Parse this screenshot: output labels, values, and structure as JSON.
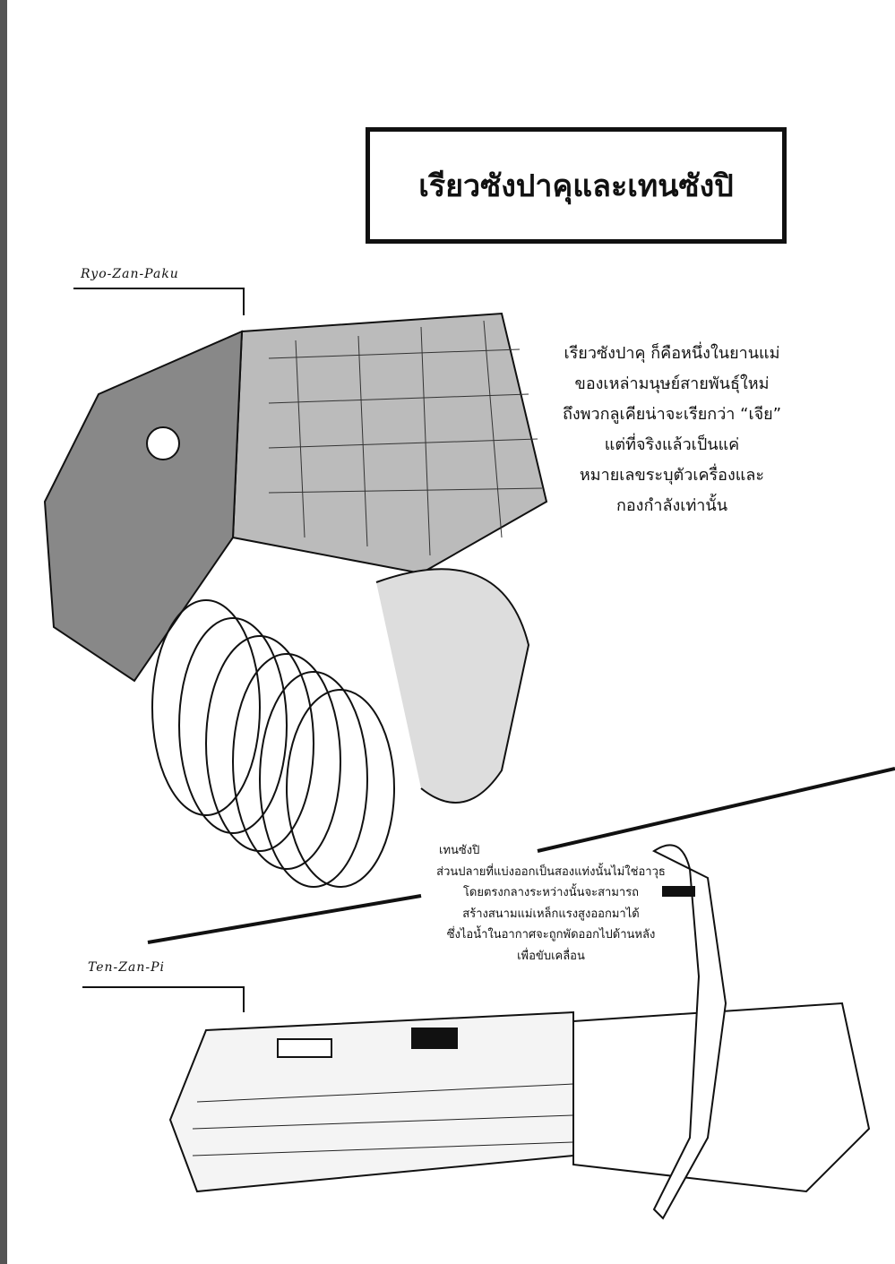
{
  "page": {
    "title": "เรียวซังปาคุและเทนซังปิ",
    "labels": {
      "ryozanpaku": "Ryo-Zan-Paku",
      "tenzanpi": "Ten-Zan-Pi"
    },
    "caption_ryozanpaku": [
      "เรียวซังปาคุ ก็คือหนึ่งในยานแม่",
      "ของเหล่ามนุษย์สายพันธุ์ใหม่",
      "ถึงพวกลูเคียน่าจะเรียกว่า “เจีย”",
      "แต่ที่จริงแล้วเป็นแค่",
      "หมายเลขระบุตัวเครื่องและ",
      "กองกำลังเท่านั้น"
    ],
    "caption_tenzanpi": [
      "เทนซังปิ",
      "ส่วนปลายที่แบ่งออกเป็นสองแท่งนั้นไม่ใช่อาวุธ",
      "โดยตรงกลางระหว่างนั้นจะสามารถ",
      "สร้างสนามแม่เหล็กแรงสูงออกมาได้",
      "ซึ่งไอน้ำในอากาศจะถูกพัดออกไปด้านหลัง",
      "เพื่อขับเคลื่อน"
    ]
  }
}
